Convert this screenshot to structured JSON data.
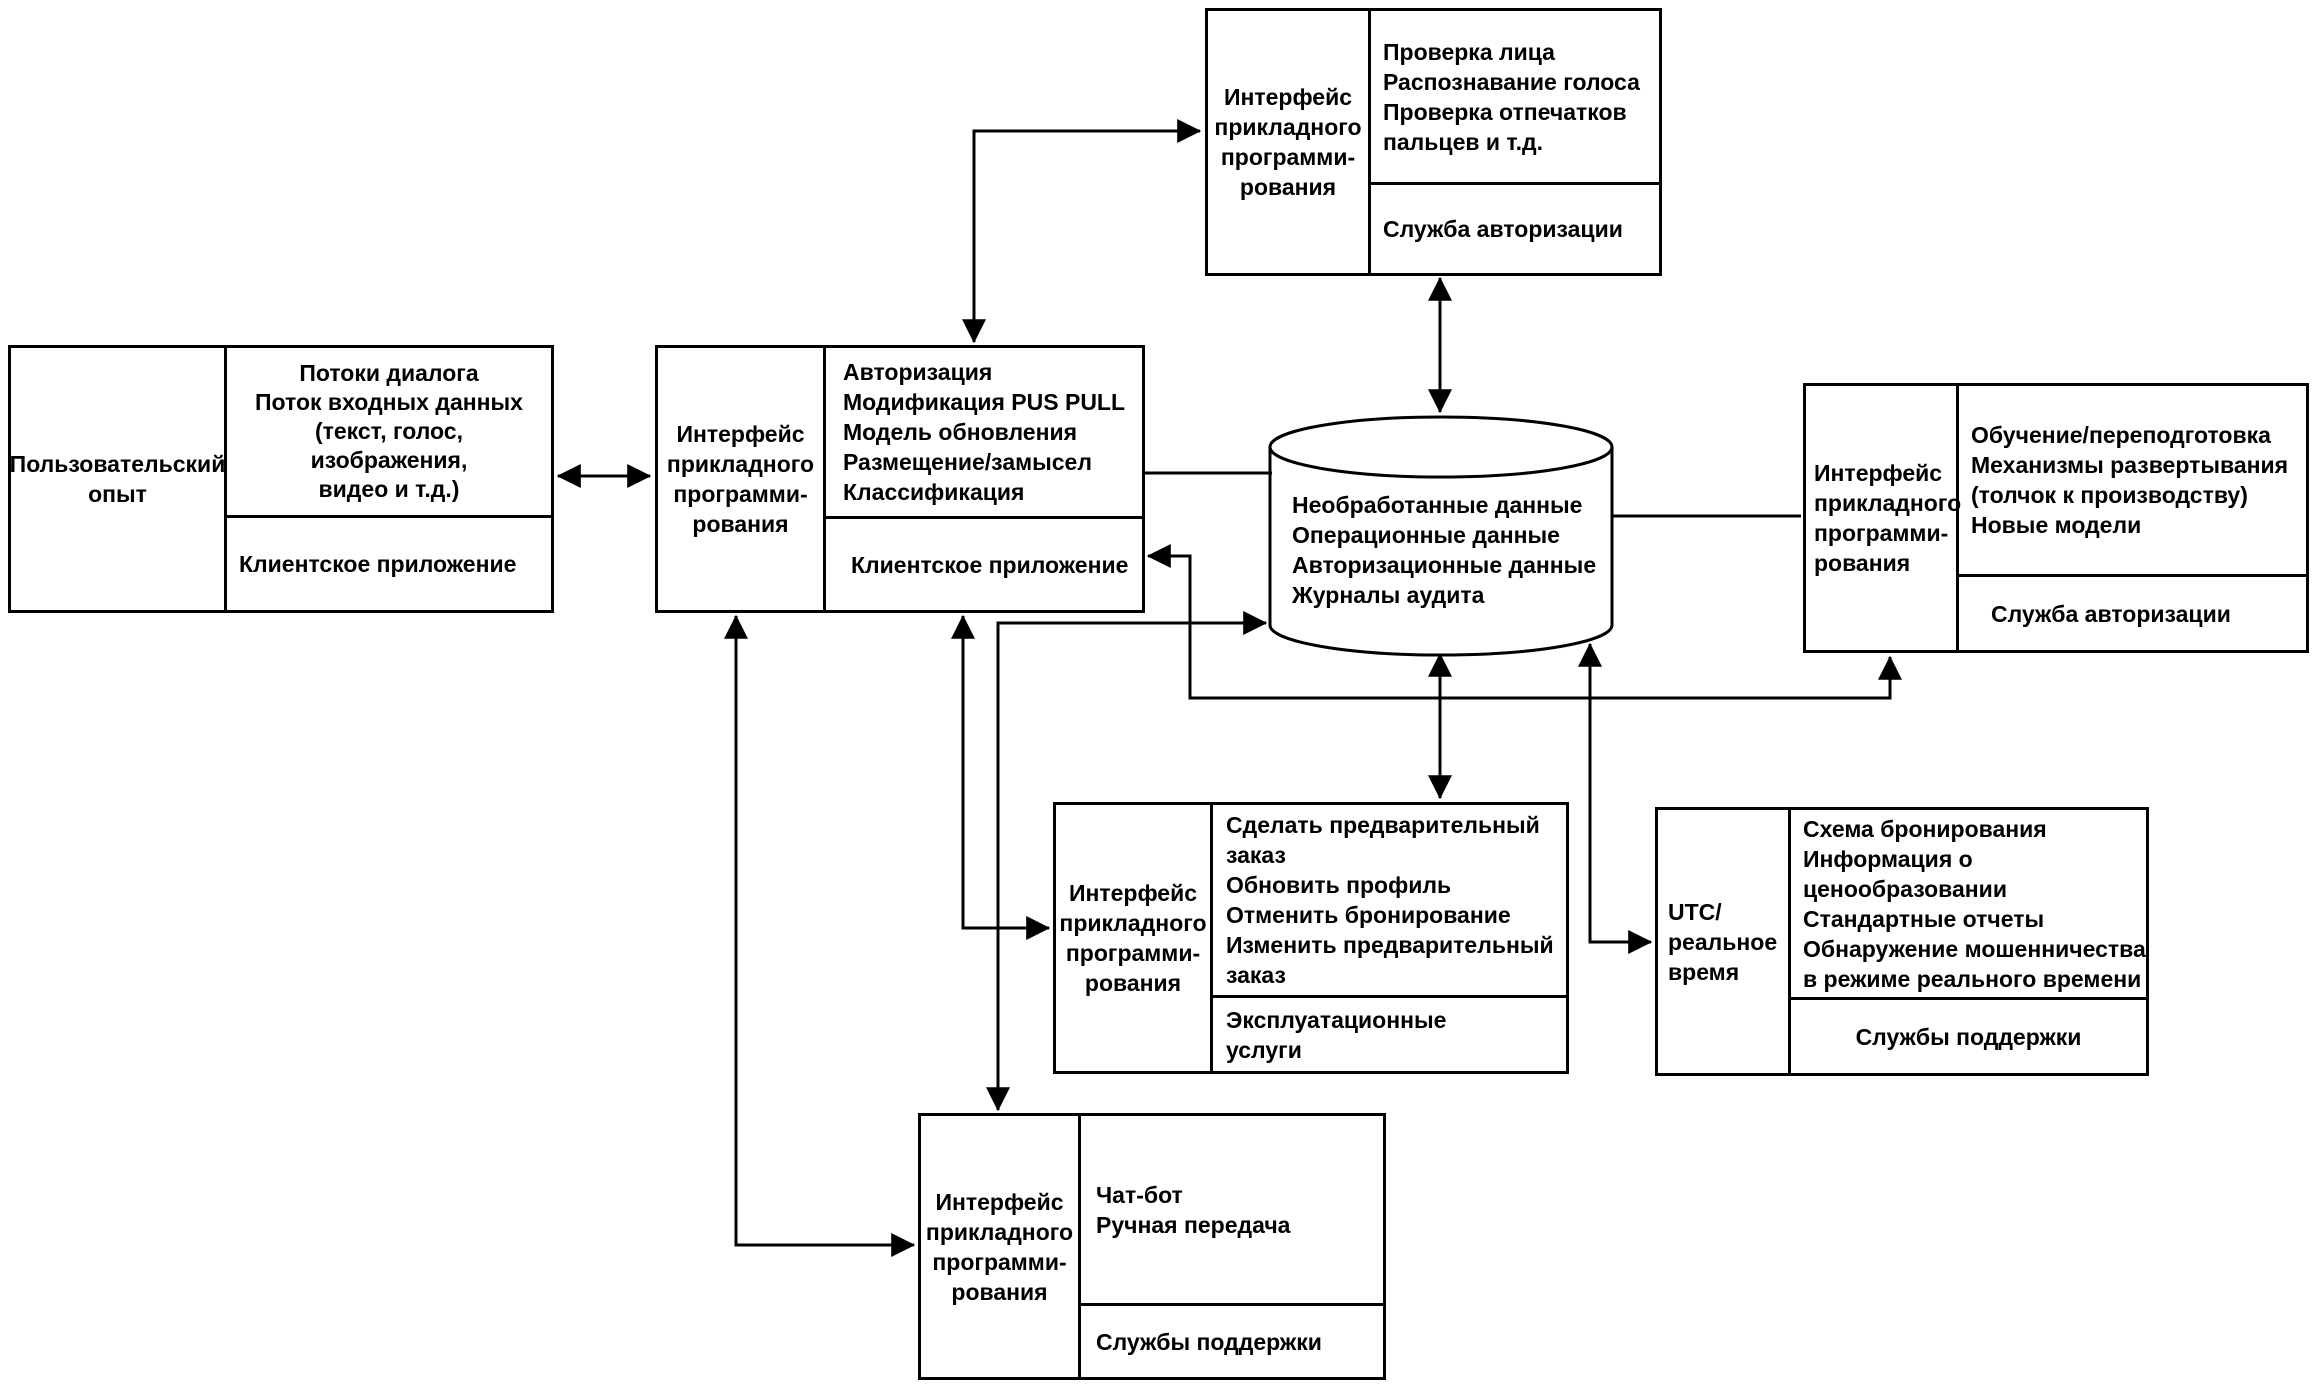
{
  "diagram_title": "",
  "colors": {
    "line": "#000000",
    "background": "#ffffff"
  },
  "boxes": {
    "auth_top": {
      "api_label": "Интерфейс\nприкладного\nпрограмми-\nрования",
      "content": "Проверка лица\nРаспознавание голоса\nПроверка отпечатков\nпальцев и т.д.",
      "service": "Служба авторизации"
    },
    "user": {
      "label": "Пользовательский\nопыт",
      "content": "Потоки диалога\nПоток входных данных\n(текст, голос,\nизображения,\nвидео и т.д.)",
      "service": "Клиентское приложение"
    },
    "client": {
      "api_label": "Интерфейс\nприкладного\nпрограмми-\nрования",
      "content": "Авторизация\nМодификация PUS PULL\nМодель обновления\nРазмещение/замысел\nКлассификация",
      "service": "Клиентское приложение"
    },
    "datastore": {
      "content": "Необработанные данные\nОперационные данные\nАвторизационные данные\nЖурналы аудита"
    },
    "training": {
      "api_label": "Интерфейс\nприкладного\nпрограмми-\nрования",
      "content": "Обучение/переподготовка\nМеханизмы развертывания\n(толчок к производству)\nНовые модели",
      "service": "Служба авторизации"
    },
    "operations": {
      "api_label": "Интерфейс\nприкладного\nпрограмми-\nрования",
      "content": "Сделать предварительный\nзаказ\nОбновить профиль\nОтменить бронирование\nИзменить предварительный\nзаказ",
      "service": "Эксплуатационные\nуслуги"
    },
    "utc": {
      "label": "UTC/\nреальное\nвремя",
      "content": "Схема бронирования\nИнформация о\nценообразовании\nСтандартные отчеты\nОбнаружение мошенничества\nв режиме реального времени",
      "service": "Службы поддержки"
    },
    "chatbot": {
      "api_label": "Интерфейс\nприкладного\nпрограмми-\nрования",
      "content": "Чат-бот\nРучная передача",
      "service": "Службы поддержки"
    }
  }
}
